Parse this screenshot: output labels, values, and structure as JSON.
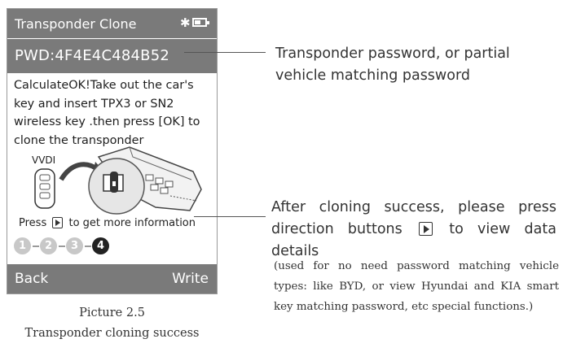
{
  "screen": {
    "title": "Transponder Clone",
    "status_icons": [
      "bluetooth-icon",
      "battery-icon"
    ],
    "battery_level": 0.6,
    "password_line": "PWD:4F4E4C484B52",
    "message": "CalculateOK!Take out the car's key and insert TPX3 or SN2 wireless key .then press [OK] to clone the transponder",
    "illustration_label": "VVDI",
    "hint_before": "Press",
    "hint_after": "to get more information",
    "steps": [
      {
        "label": "1",
        "state": "done"
      },
      {
        "label": "2",
        "state": "done"
      },
      {
        "label": "3",
        "state": "done"
      },
      {
        "label": "4",
        "state": "current"
      }
    ],
    "back_label": "Back",
    "write_label": "Write"
  },
  "caption": {
    "line1": "Picture 2.5",
    "line2": "Transponder cloning success"
  },
  "annotations": {
    "password_note": "Transponder password, or partial vehicle matching password",
    "success_note_before": "After cloning success, please press direction buttons",
    "success_note_after": "to view data details",
    "detail_note": "(used for no need password matching vehicle types: like BYD, or view Hyundai and KIA smart key matching password, etc special functions.)"
  },
  "colors": {
    "bar": "#7a7a7a",
    "step_done": "#c8c8c8",
    "step_current": "#222222"
  }
}
